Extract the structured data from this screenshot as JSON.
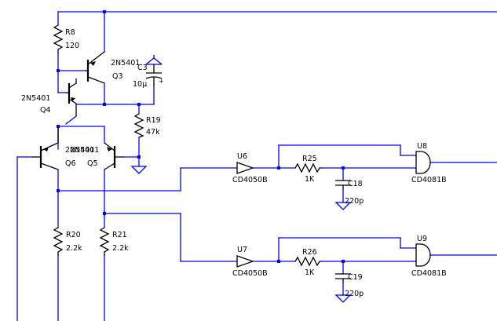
{
  "components": {
    "R8": {
      "ref": "R8",
      "value": "120"
    },
    "R19": {
      "ref": "R19",
      "value": "47k"
    },
    "R20": {
      "ref": "R20",
      "value": "2.2k"
    },
    "R21": {
      "ref": "R21",
      "value": "2.2k"
    },
    "R25": {
      "ref": "R25",
      "value": "1K"
    },
    "R26": {
      "ref": "R26",
      "value": "1K"
    },
    "C3": {
      "ref": "C3",
      "value": "10µ",
      "polarity": "+"
    },
    "C18": {
      "ref": "C18",
      "value": "220p"
    },
    "C19": {
      "ref": "C19",
      "value": "220p"
    },
    "Q3": {
      "ref": "Q3",
      "model": "2N5401"
    },
    "Q4": {
      "ref": "Q4",
      "model": "2N5401"
    },
    "Q5": {
      "ref": "Q5",
      "model": "2N5401"
    },
    "Q6": {
      "ref": "Q6",
      "model": "2N5401"
    },
    "U6": {
      "ref": "U6",
      "model": "CD4050B"
    },
    "U7": {
      "ref": "U7",
      "model": "CD4050B"
    },
    "U8": {
      "ref": "U8",
      "model": "CD4081B"
    },
    "U9": {
      "ref": "U9",
      "model": "CD4081B"
    }
  },
  "colors": {
    "wire": "#0000ff",
    "component": "#000000",
    "background": "#ffffff"
  }
}
